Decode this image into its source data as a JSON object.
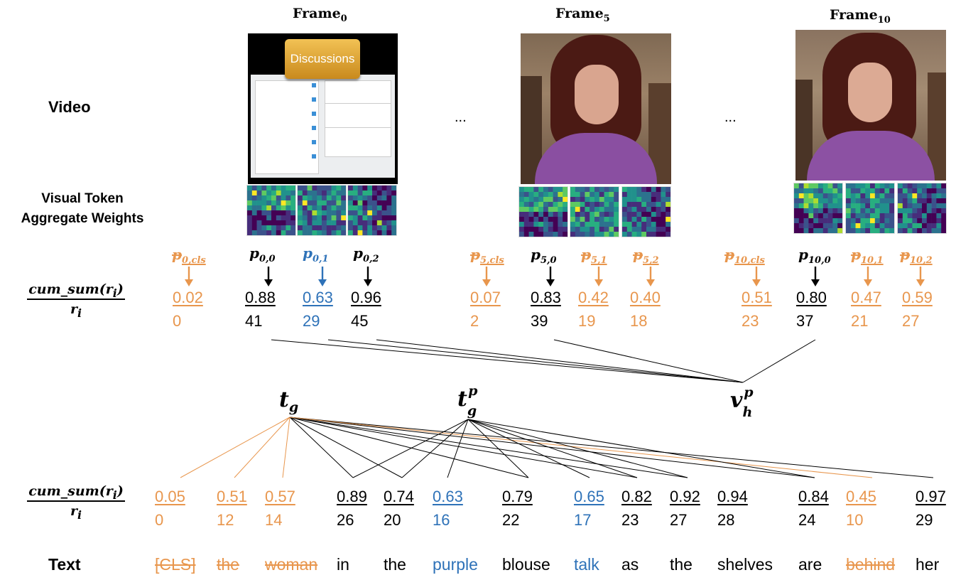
{
  "labels": {
    "video": "Video",
    "visual_token_line1": "Visual Token",
    "visual_token_line2": "Aggregate Weights",
    "text": "Text",
    "ellipsis1": "...",
    "ellipsis2": "..."
  },
  "fraction": {
    "numerator": "cum_sum(r",
    "numerator_sub": "i",
    "numerator_close": ")",
    "denominator": "r",
    "denominator_sub": "i"
  },
  "frames": [
    {
      "title": "Frame",
      "sub": "0",
      "screen_text": "Discussions"
    },
    {
      "title": "Frame",
      "sub": "5"
    },
    {
      "title": "Frame",
      "sub": "10"
    }
  ],
  "visual_tokens": [
    {
      "label": "p",
      "sub": "0,cls",
      "value": "0.02",
      "rank": "0",
      "color": "orange"
    },
    {
      "label": "p",
      "sub": "0,0",
      "value": "0.88",
      "rank": "41",
      "color": "black"
    },
    {
      "label": "p",
      "sub": "0,1",
      "value": "0.63",
      "rank": "29",
      "color": "blue"
    },
    {
      "label": "p",
      "sub": "0,2",
      "value": "0.96",
      "rank": "45",
      "color": "black"
    },
    {
      "label": "p",
      "sub": "5,cls",
      "value": "0.07",
      "rank": "2",
      "color": "orange"
    },
    {
      "label": "p",
      "sub": "5,0",
      "value": "0.83",
      "rank": "39",
      "color": "black"
    },
    {
      "label": "p",
      "sub": "5,1",
      "value": "0.42",
      "rank": "19",
      "color": "orange"
    },
    {
      "label": "p",
      "sub": "5,2",
      "value": "0.40",
      "rank": "18",
      "color": "orange"
    },
    {
      "label": "p",
      "sub": "10,cls",
      "value": "0.51",
      "rank": "23",
      "color": "orange"
    },
    {
      "label": "p",
      "sub": "10,0",
      "value": "0.80",
      "rank": "37",
      "color": "black"
    },
    {
      "label": "p",
      "sub": "10,1",
      "value": "0.47",
      "rank": "21",
      "color": "orange"
    },
    {
      "label": "p",
      "sub": "10,2",
      "value": "0.59",
      "rank": "27",
      "color": "orange"
    }
  ],
  "nodes": {
    "tg": {
      "base": "t",
      "sub": "g"
    },
    "tgp": {
      "base": "t",
      "sub": "g",
      "sup": "p"
    },
    "vhp": {
      "base": "v",
      "sub": "h",
      "sup": "p"
    }
  },
  "text_tokens": [
    {
      "word": "[CLS]",
      "value": "0.05",
      "rank": "0",
      "color": "orange",
      "struck": true
    },
    {
      "word": "the",
      "value": "0.51",
      "rank": "12",
      "color": "orange",
      "struck": true
    },
    {
      "word": "woman",
      "value": "0.57",
      "rank": "14",
      "color": "orange",
      "struck": true
    },
    {
      "word": "in",
      "value": "0.89",
      "rank": "26",
      "color": "black",
      "struck": false
    },
    {
      "word": "the",
      "value": "0.74",
      "rank": "20",
      "color": "black",
      "struck": false
    },
    {
      "word": "purple",
      "value": "0.63",
      "rank": "16",
      "color": "blue",
      "struck": false
    },
    {
      "word": "blouse",
      "value": "0.79",
      "rank": "22",
      "color": "black",
      "struck": false
    },
    {
      "word": "talk",
      "value": "0.65",
      "rank": "17",
      "color": "blue",
      "struck": false
    },
    {
      "word": "as",
      "value": "0.82",
      "rank": "23",
      "color": "black",
      "struck": false
    },
    {
      "word": "the",
      "value": "0.92",
      "rank": "27",
      "color": "black",
      "struck": false
    },
    {
      "word": "shelves",
      "value": "0.94",
      "rank": "28",
      "color": "black",
      "struck": false
    },
    {
      "word": "are",
      "value": "0.84",
      "rank": "24",
      "color": "black",
      "struck": false
    },
    {
      "word": "behind",
      "value": "0.45",
      "rank": "10",
      "color": "orange",
      "struck": true
    },
    {
      "word": "her",
      "value": "0.97",
      "rank": "29",
      "color": "black",
      "struck": false
    }
  ],
  "colors": {
    "orange": "#e8964d",
    "black": "#000000",
    "blue": "#2e72b8"
  }
}
